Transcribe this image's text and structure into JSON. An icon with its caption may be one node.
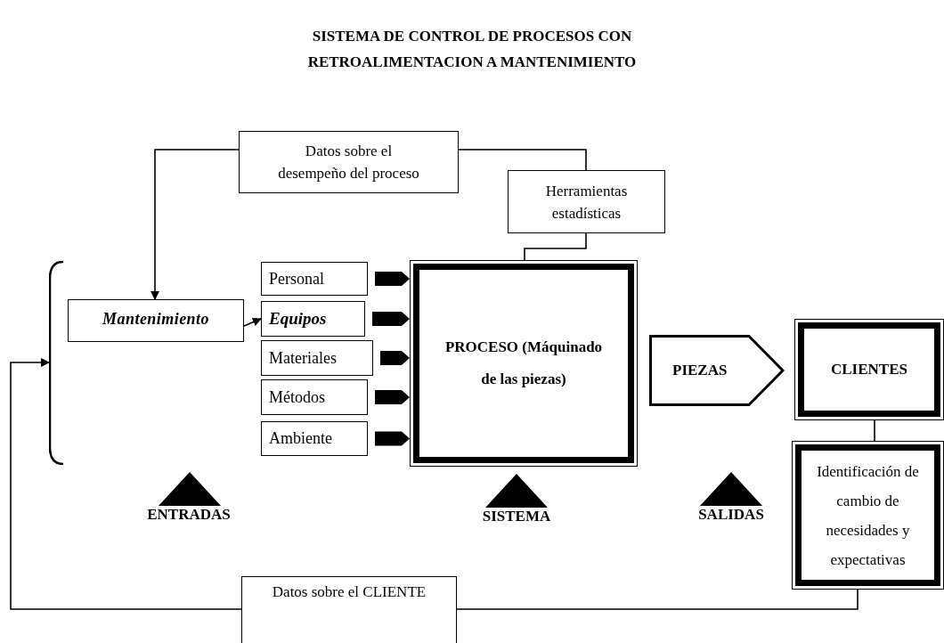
{
  "diagram": {
    "title": "SISTEMA DE CONTROL DE PROCESOS CON RETROALIMENTACION A MANTENIMIENTO",
    "nodes": [
      {
        "text": [
          "Datos sobre el desempeño del proceso"
        ]
      },
      {
        "text": [
          "Herramientas estadísticas"
        ]
      },
      {
        "text": [
          "Mantenimiento"
        ]
      },
      {
        "text": [
          "Personal"
        ]
      },
      {
        "text": [
          "Equipos"
        ]
      },
      {
        "text": [
          "Materiales"
        ]
      },
      {
        "text": [
          "Métodos"
        ]
      },
      {
        "text": [
          "Ambiente"
        ]
      },
      {
        "text": [
          "PROCESO (Máquinado de las piezas)"
        ]
      },
      {
        "text": [
          "PIEZAS"
        ]
      },
      {
        "text": [
          "CLIENTES"
        ]
      },
      {
        "text": [
          "Identificación de cambio de necesidades y expectativas"
        ]
      },
      {
        "text": [
          "Datos sobre el CLIENTE"
        ]
      },
      {
        "text": [],
        "shape": "bracket"
      }
    ],
    "edges": [
      {
        "from": 0,
        "to": 2,
        "arrow": "to"
      },
      {
        "from": 0,
        "to": 1,
        "arrow": "none"
      },
      {
        "from": 1,
        "to": 8,
        "arrow": "none"
      },
      {
        "from": 2,
        "to": 4,
        "arrow": "to"
      },
      {
        "from": 3,
        "to": 8,
        "arrow": "to",
        "style": "thick"
      },
      {
        "from": 4,
        "to": 8,
        "arrow": "to",
        "style": "thick"
      },
      {
        "from": 5,
        "to": 8,
        "arrow": "to",
        "style": "thick"
      },
      {
        "from": 6,
        "to": 8,
        "arrow": "to",
        "style": "thick"
      },
      {
        "from": 7,
        "to": 8,
        "arrow": "to",
        "style": "thick"
      },
      {
        "from": 10,
        "to": 11,
        "arrow": "none"
      },
      {
        "from": 11,
        "to": 12,
        "arrow": "none"
      },
      {
        "from": 12,
        "to": 13,
        "arrow": "to"
      }
    ],
    "labels": [
      "ENTRADAS",
      "SISTEMA",
      "SALIDAS"
    ]
  }
}
